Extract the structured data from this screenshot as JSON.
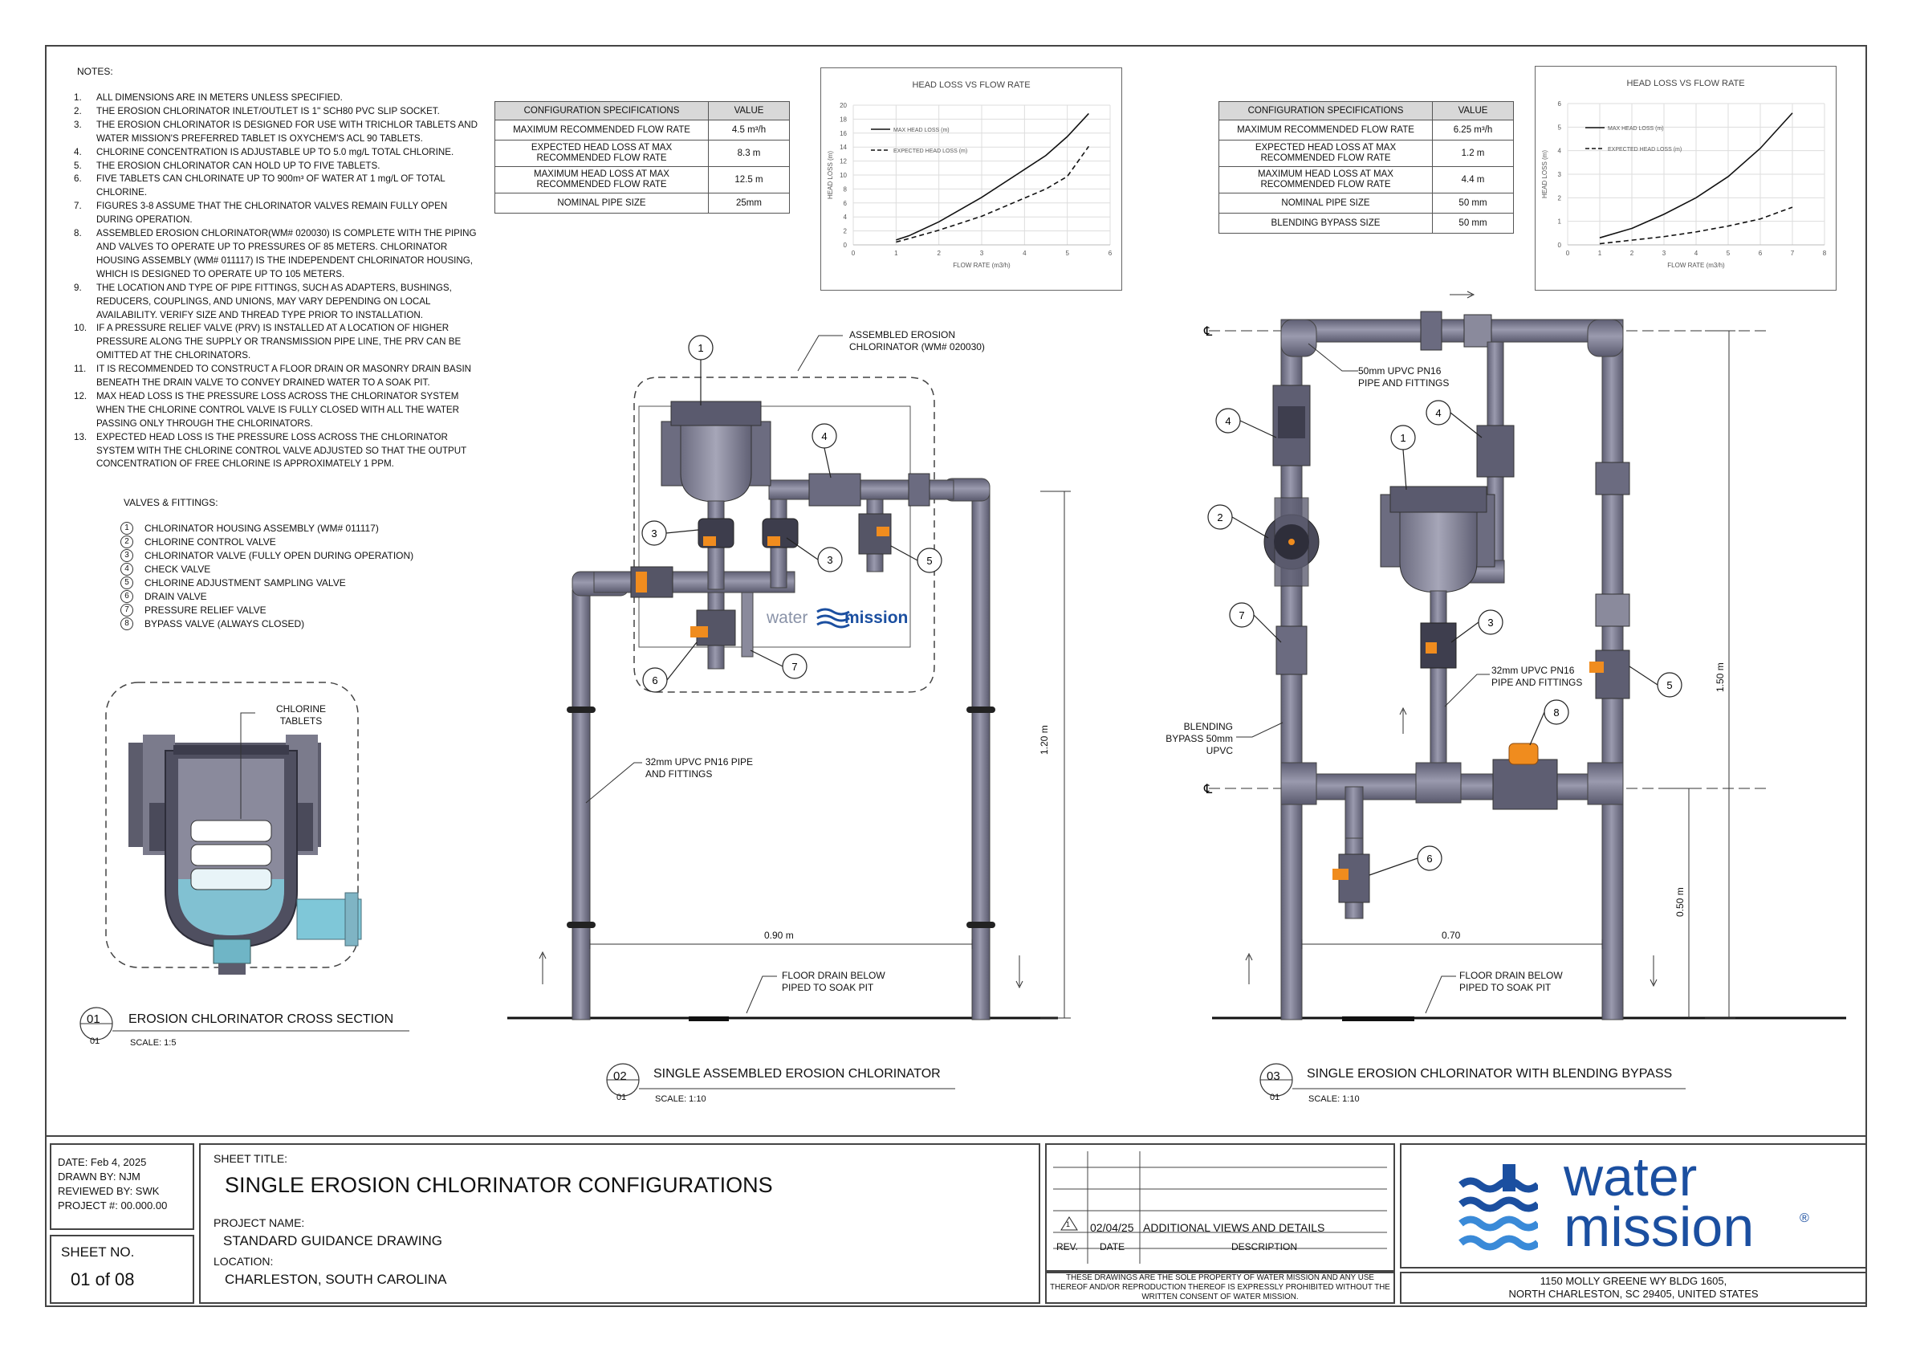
{
  "notes_title": "NOTES:",
  "notes": [
    {
      "n": "1.",
      "text": "ALL DIMENSIONS ARE IN METERS UNLESS SPECIFIED."
    },
    {
      "n": "2.",
      "text": "THE EROSION CHLORINATOR INLET/OUTLET IS 1\" SCH80 PVC SLIP SOCKET."
    },
    {
      "n": "3.",
      "text": "THE EROSION CHLORINATOR IS DESIGNED FOR USE WITH TRICHLOR TABLETS AND WATER MISSION'S PREFERRED TABLET IS OXYCHEM'S ACL 90 TABLETS."
    },
    {
      "n": "4.",
      "text": "CHLORINE CONCENTRATION IS ADJUSTABLE UP TO 5.0 mg/L TOTAL CHLORINE."
    },
    {
      "n": "5.",
      "text": "THE EROSION CHLORINATOR CAN HOLD UP TO FIVE TABLETS."
    },
    {
      "n": "6.",
      "text": "FIVE TABLETS CAN CHLORINATE UP TO 900m³ OF WATER AT 1 mg/L OF TOTAL CHLORINE."
    },
    {
      "n": "7.",
      "text": "FIGURES 3-8 ASSUME THAT THE CHLORINATOR VALVES REMAIN FULLY OPEN DURING OPERATION."
    },
    {
      "n": "8.",
      "text": "ASSEMBLED EROSION CHLORINATOR(WM# 020030) IS COMPLETE WITH THE PIPING AND VALVES TO OPERATE UP TO PRESSURES OF 85 METERS. CHLORINATOR HOUSING ASSEMBLY (WM# 011117) IS THE INDEPENDENT CHLORINATOR HOUSING, WHICH IS DESIGNED TO OPERATE UP TO 105 METERS."
    },
    {
      "n": "9.",
      "text": "THE LOCATION AND TYPE OF PIPE FITTINGS, SUCH AS ADAPTERS, BUSHINGS, REDUCERS, COUPLINGS, AND UNIONS, MAY VARY DEPENDING ON LOCAL AVAILABILITY. VERIFY SIZE AND THREAD TYPE PRIOR TO INSTALLATION."
    },
    {
      "n": "10.",
      "text": "IF A PRESSURE RELIEF VALVE (PRV) IS INSTALLED AT A LOCATION OF HIGHER PRESSURE ALONG THE SUPPLY OR TRANSMISSION PIPE LINE, THE PRV CAN BE OMITTED AT THE CHLORINATORS."
    },
    {
      "n": "11.",
      "text": "IT IS RECOMMENDED TO CONSTRUCT A FLOOR DRAIN OR MASONRY DRAIN BASIN BENEATH THE DRAIN VALVE TO CONVEY DRAINED WATER TO A SOAK PIT."
    },
    {
      "n": "12.",
      "text": "MAX HEAD LOSS IS THE PRESSURE LOSS ACROSS THE CHLORINATOR SYSTEM WHEN THE CHLORINE CONTROL VALVE IS FULLY CLOSED WITH ALL THE WATER PASSING ONLY THROUGH THE CHLORINATORS."
    },
    {
      "n": "13.",
      "text": "EXPECTED HEAD LOSS IS THE PRESSURE LOSS ACROSS THE CHLORINATOR SYSTEM WITH THE CHLORINE CONTROL VALVE ADJUSTED SO THAT THE OUTPUT CONCENTRATION OF FREE CHLORINE IS APPROXIMATELY 1 PPM."
    }
  ],
  "valves_title": "VALVES & FITTINGS:",
  "valves": [
    {
      "num": "1",
      "label": "CHLORINATOR HOUSING ASSEMBLY (WM# 011117)"
    },
    {
      "num": "2",
      "label": "CHLORINE CONTROL VALVE"
    },
    {
      "num": "3",
      "label": "CHLORINATOR VALVE (FULLY OPEN DURING OPERATION)"
    },
    {
      "num": "4",
      "label": "CHECK VALVE"
    },
    {
      "num": "5",
      "label": "CHLORINE ADJUSTMENT SAMPLING VALVE"
    },
    {
      "num": "6",
      "label": "DRAIN VALVE"
    },
    {
      "num": "7",
      "label": "PRESSURE RELIEF VALVE"
    },
    {
      "num": "8",
      "label": "BYPASS VALVE (ALWAYS CLOSED)"
    }
  ],
  "spec1": {
    "header": [
      "CONFIGURATION SPECIFICATIONS",
      "VALUE"
    ],
    "rows": [
      [
        "MAXIMUM RECOMMENDED FLOW RATE",
        "4.5 m³/h"
      ],
      [
        "EXPECTED HEAD LOSS AT MAX RECOMMENDED FLOW RATE",
        "8.3 m"
      ],
      [
        "MAXIMUM HEAD LOSS AT MAX RECOMMENDED FLOW RATE",
        "12.5 m"
      ],
      [
        "NOMINAL PIPE SIZE",
        "25mm"
      ]
    ]
  },
  "spec2": {
    "header": [
      "CONFIGURATION SPECIFICATIONS",
      "VALUE"
    ],
    "rows": [
      [
        "MAXIMUM RECOMMENDED FLOW RATE",
        "6.25 m³/h"
      ],
      [
        "EXPECTED HEAD LOSS AT MAX RECOMMENDED FLOW RATE",
        "1.2 m"
      ],
      [
        "MAXIMUM HEAD LOSS AT MAX RECOMMENDED FLOW RATE",
        "4.4 m"
      ],
      [
        "NOMINAL PIPE SIZE",
        "50 mm"
      ],
      [
        "BLENDING BYPASS SIZE",
        "50 mm"
      ]
    ]
  },
  "chart_data": [
    {
      "type": "line",
      "title": "HEAD LOSS VS FLOW RATE",
      "xlabel": "FLOW RATE (m3/h)",
      "ylabel": "HEAD LOSS (m)",
      "xlim": [
        0,
        6
      ],
      "ylim": [
        0,
        20
      ],
      "xticks": [
        0,
        1,
        2,
        3,
        4,
        5,
        6
      ],
      "yticks": [
        0,
        2,
        4,
        6,
        8,
        10,
        12,
        14,
        16,
        18,
        20
      ],
      "grid": true,
      "legend": "upper-left",
      "series": [
        {
          "name": "MAX HEAD LOSS (m)",
          "style": "solid",
          "x": [
            1,
            1.3,
            2,
            3,
            4,
            4.5,
            5,
            5.5
          ],
          "y": [
            0.7,
            1.3,
            3.3,
            6.8,
            10.8,
            12.8,
            15.5,
            18.8
          ]
        },
        {
          "name": "EXPECTED HEAD LOSS (m)",
          "style": "dashed",
          "x": [
            1,
            1.3,
            2,
            3,
            4,
            4.5,
            5,
            5.5
          ],
          "y": [
            0.4,
            0.9,
            2.1,
            4.1,
            6.7,
            8.0,
            9.8,
            14.1
          ]
        }
      ]
    },
    {
      "type": "line",
      "title": "HEAD LOSS VS FLOW RATE",
      "xlabel": "FLOW RATE (m3/h)",
      "ylabel": "HEAD LOSS (m)",
      "xlim": [
        0,
        8
      ],
      "ylim": [
        0,
        6
      ],
      "xticks": [
        0,
        1,
        2,
        3,
        4,
        5,
        6,
        7,
        8
      ],
      "yticks": [
        0,
        1,
        2,
        3,
        4,
        5,
        6
      ],
      "grid": true,
      "legend": "upper-left",
      "series": [
        {
          "name": "MAX HEAD LOSS (m)",
          "style": "solid",
          "x": [
            1,
            2,
            3,
            4,
            5,
            6,
            7
          ],
          "y": [
            0.3,
            0.7,
            1.3,
            2.0,
            2.9,
            4.1,
            5.6
          ]
        },
        {
          "name": "EXPECTED HEAD LOSS (m)",
          "style": "dashed",
          "x": [
            1,
            2,
            3,
            4,
            5,
            6,
            7
          ],
          "y": [
            0.05,
            0.2,
            0.35,
            0.55,
            0.8,
            1.1,
            1.6
          ]
        }
      ]
    }
  ],
  "cross_section": {
    "label_tablets": "CHLORINE TABLETS",
    "num": "01",
    "sheet": "01",
    "title": "EROSION CHLORINATOR CROSS SECTION",
    "scale": "SCALE: 1:5"
  },
  "view2": {
    "label_assembled": "ASSEMBLED EROSION CHLORINATOR (WM# 020030)",
    "label_pipe": "32mm UPVC PN16 PIPE AND FITTINGS",
    "label_drain": "FLOOR DRAIN BELOW PIPED TO SOAK PIT",
    "dim_width": "0.90 m",
    "dim_height": "1.20 m",
    "logo_water": "water",
    "logo_mission": "mission",
    "num": "02",
    "sheet": "01",
    "title": "SINGLE ASSEMBLED EROSION CHLORINATOR",
    "scale": "SCALE: 1:10"
  },
  "view3": {
    "label_pipe50": "50mm UPVC PN16 PIPE AND FITTINGS",
    "label_pipe32": "32mm UPVC PN16 PIPE AND FITTINGS",
    "label_bypass": "BLENDING BYPASS 50mm UPVC",
    "label_drain": "FLOOR DRAIN BELOW PIPED TO SOAK PIT",
    "dim_width": "0.70",
    "dim_height": "1.50 m",
    "dim_low": "0.50 m",
    "num": "03",
    "sheet": "01",
    "title": "SINGLE EROSION CHLORINATOR WITH BLENDING BYPASS",
    "scale": "SCALE: 1:10"
  },
  "title_block": {
    "date": "DATE: Feb 4, 2025",
    "drawn": "DRAWN BY: NJM",
    "reviewed": "REVIEWED BY: SWK",
    "project_no": "PROJECT #: 00.000.00",
    "sheet_no_label": "SHEET NO.",
    "sheet_no": "01 of 08",
    "sheet_title_label": "SHEET TITLE:",
    "sheet_title": "SINGLE EROSION CHLORINATOR CONFIGURATIONS",
    "project_name_label": "PROJECT NAME:",
    "project_name": "STANDARD GUIDANCE DRAWING",
    "location_label": "LOCATION:",
    "location": "CHARLESTON, SOUTH CAROLINA",
    "rev_mark": "1",
    "rev_date": "02/04/25",
    "rev_desc": "ADDITIONAL VIEWS AND DETAILS",
    "rev_col": "REV.",
    "date_col": "DATE",
    "desc_col": "DESCRIPTION",
    "disclaimer": "THESE DRAWINGS ARE THE SOLE PROPERTY OF WATER MISSION AND ANY USE THEREOF AND/OR REPRODUCTION THEREOF IS EXPRESSLY PROHIBITED WITHOUT THE WRITTEN CONSENT OF WATER MISSION.",
    "logo_water": "water",
    "logo_mission": "mission",
    "logo_reg": "®",
    "address1": "1150 MOLLY GREENE WY BLDG 1605,",
    "address2": "NORTH CHARLESTON, SC 29405, UNITED STATES"
  },
  "colors": {
    "pipe": "#7e7e94",
    "pipe_dark": "#4a4a5c",
    "valve_orange": "#f08c1e",
    "brand_blue": "#1b4fa0",
    "water": "#7fc7d8"
  }
}
